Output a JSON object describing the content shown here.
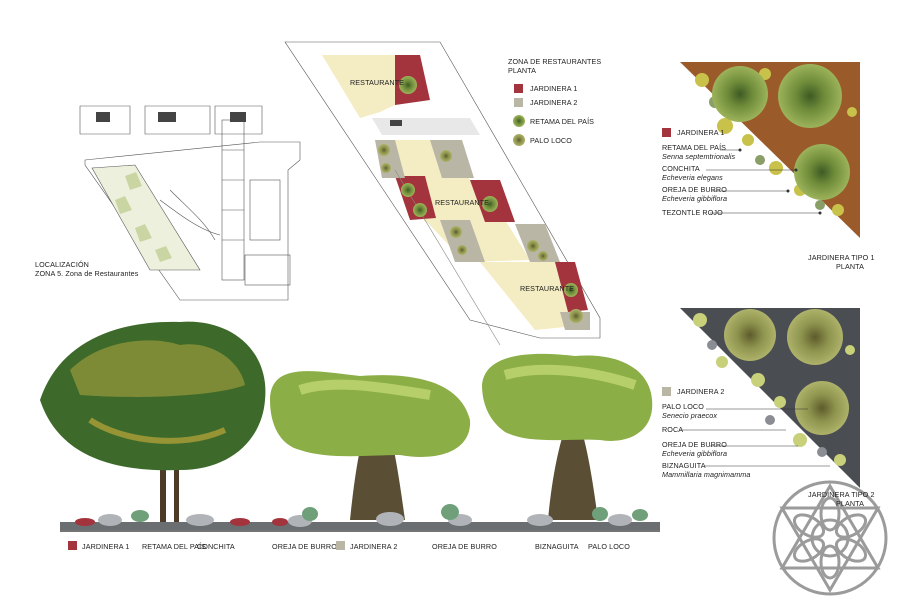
{
  "localization": {
    "title": "LOCALIZACIÓN",
    "subtitle": "ZONA 5. Zona de Restaurantes"
  },
  "zone": {
    "title": "ZONA DE RESTAURANTES",
    "subtitle": "PLANTA",
    "restaurant_labels": [
      "RESTAURANTE",
      "RESTAURANTE",
      "RESTAURANTE"
    ]
  },
  "legend": [
    {
      "label": "JARDINERA 1",
      "color": "#a3343d"
    },
    {
      "label": "JARDINERA 2",
      "color": "#b9b6a6"
    },
    {
      "label": "RETAMA DEL PAÍS",
      "icon": "retama-icon"
    },
    {
      "label": "PALO LOCO",
      "icon": "palo-loco-icon"
    }
  ],
  "planter1": {
    "header": "JARDINERA 1",
    "color": "#a3343d",
    "items": [
      {
        "name": "RETAMA DEL PAÍS",
        "latin": "Senna septemtrionalis"
      },
      {
        "name": "CONCHITA",
        "latin": "Echeveria elegans"
      },
      {
        "name": "OREJA DE BURRO",
        "latin": "Echeveria gibbiflora"
      },
      {
        "name": "TEZONTLE ROJO",
        "latin": ""
      }
    ],
    "caption_title": "JARDINERA TIPO 1",
    "caption_sub": "PLANTA"
  },
  "planter2": {
    "header": "JARDINERA 2",
    "color": "#b9b6a6",
    "items": [
      {
        "name": "PALO LOCO",
        "latin": "Senecio praecox"
      },
      {
        "name": "ROCA",
        "latin": ""
      },
      {
        "name": "OREJA DE BURRO",
        "latin": "Echeveria gibbiflora"
      },
      {
        "name": "BIZNAGUITA",
        "latin": "Mammillaria magnimamma"
      }
    ],
    "caption_title": "JARDINERA TIPO 2",
    "caption_sub": "PLANTA"
  },
  "section": {
    "labels": [
      "JARDINERA 1",
      "RETAMA DEL PAÍS",
      "CONCHITA",
      "OREJA DE BURRO",
      "JARDINERA 2",
      "OREJA DE BURRO",
      "BIZNAGUITA",
      "PALO LOCO"
    ]
  }
}
